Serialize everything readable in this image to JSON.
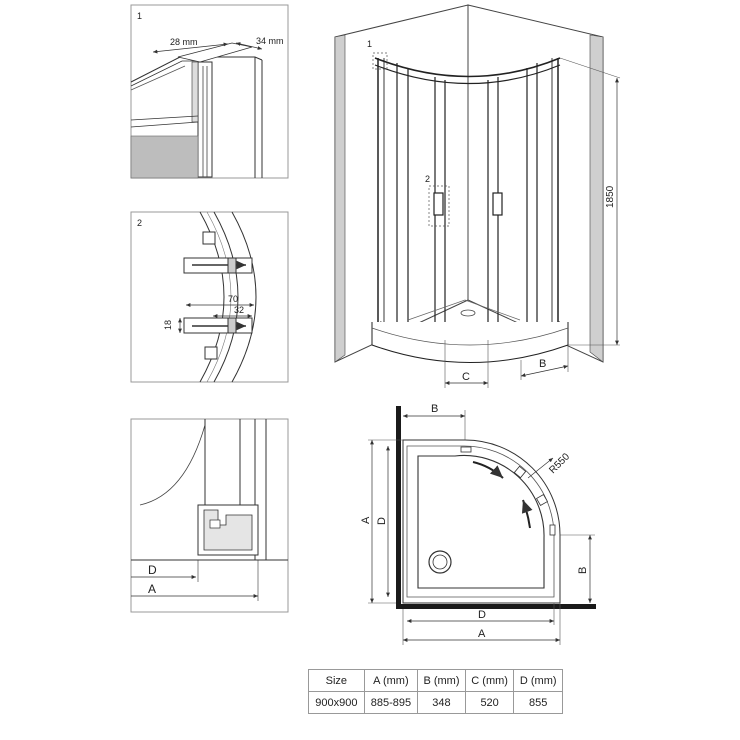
{
  "details": {
    "d1": {
      "number": "1",
      "dim_width": "28 mm",
      "dim_depth": "34 mm"
    },
    "d2": {
      "number": "2",
      "dim_70": "70",
      "dim_32": "32",
      "dim_18": "18"
    },
    "d3": {
      "label_d": "D",
      "label_a": "A"
    }
  },
  "enclosure": {
    "callout_1": "1",
    "callout_2": "2",
    "height": "1850",
    "label_c": "C",
    "label_b": "B"
  },
  "plan": {
    "label_b_top": "B",
    "label_b_right": "B",
    "radius": "R550",
    "label_a_left": "A",
    "label_d_left": "D",
    "label_d_bottom": "D",
    "label_a_bottom": "A"
  },
  "table": {
    "headers": [
      "Size",
      "A (mm)",
      "B (mm)",
      "C (mm)",
      "D (mm)"
    ],
    "rows": [
      [
        "900x900",
        "885-895",
        "348",
        "520",
        "855"
      ]
    ]
  }
}
